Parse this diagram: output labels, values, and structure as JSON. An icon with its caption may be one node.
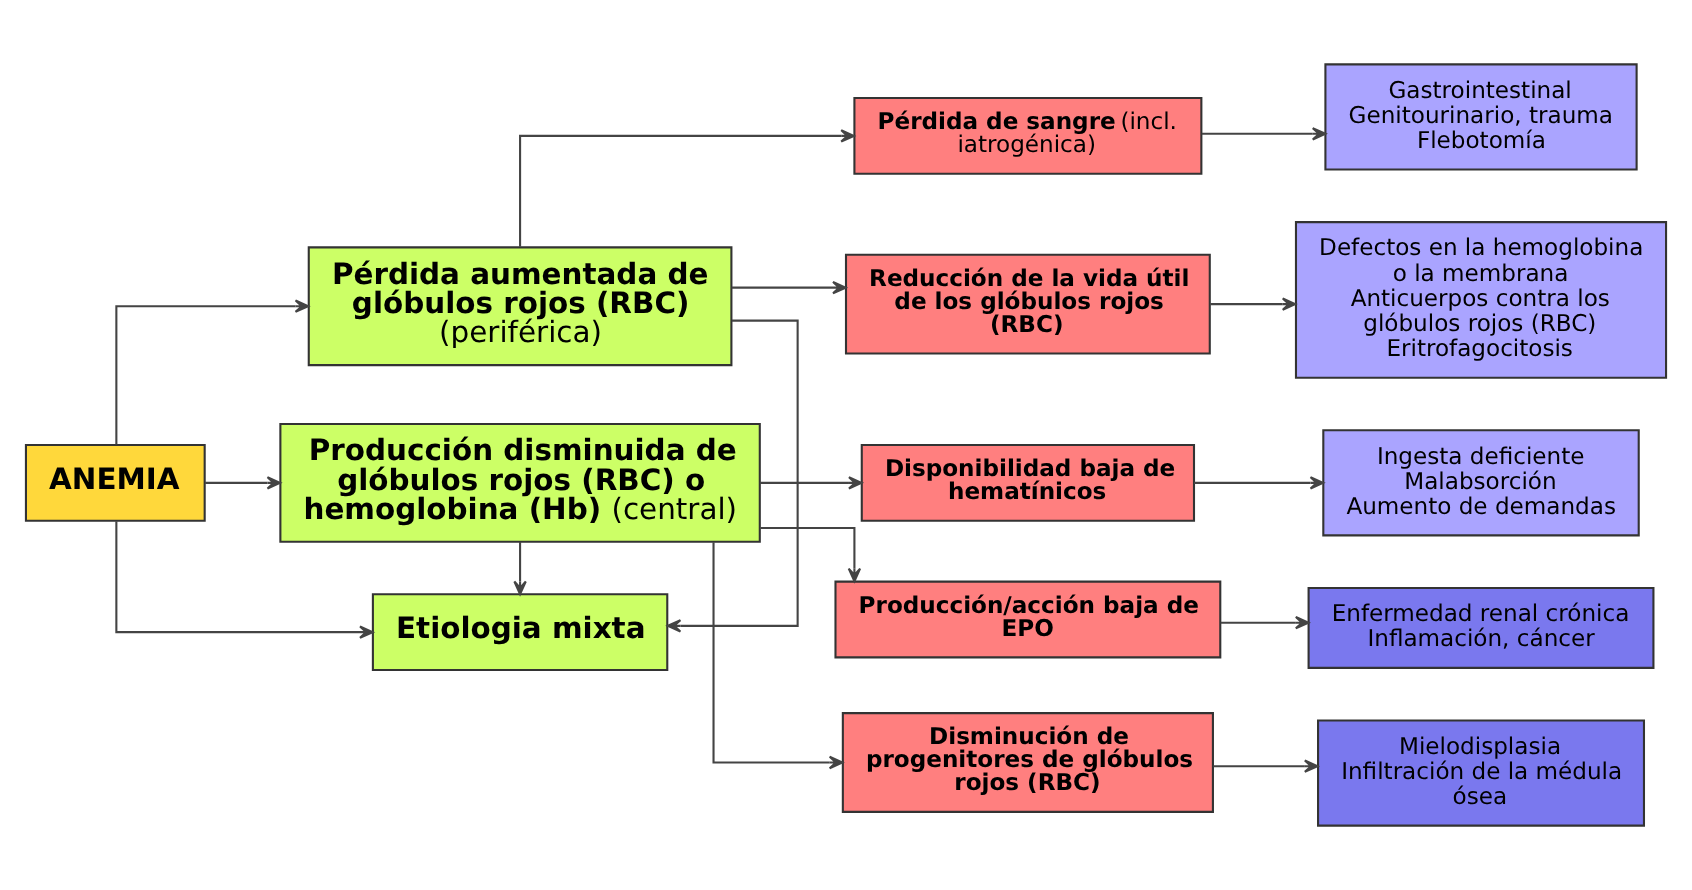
{
  "diagram": {
    "nodes": [
      {
        "text": [
          "**ANEMIA**"
        ]
      },
      {
        "text": [
          "**Pérdida aumentada de glóbulos rojos (RBC)** (periférica)"
        ]
      },
      {
        "text": [
          "**Etiologia mixta**"
        ]
      },
      {
        "text": [
          "**Producción disminuida de glóbulos rojos (RBC) o hemoglobina (Hb)** (central)"
        ]
      },
      {
        "text": [
          "**Pérdida de sangre** (incl. iatrogénica)"
        ]
      },
      {
        "text": [
          "Gastrointestinal",
          "Genitourinario, trauma",
          "Flebotomía"
        ]
      },
      {
        "text": [
          "**Reducción de la vida útil de los glóbulos rojos (RBC)**"
        ]
      },
      {
        "text": [
          "Defectos en la hemoglobina o la membrana",
          "Anticuerpos contra los glóbulos rojos (RBC)",
          "Eritrofagocitosis"
        ]
      },
      {
        "text": [
          "**Disponibilidad baja de hematínicos**"
        ]
      },
      {
        "text": [
          "Ingesta deficiente",
          "Malabsorción",
          "Aumento de demandas"
        ]
      },
      {
        "text": [
          "**Producción/acción baja de EPO**"
        ]
      },
      {
        "text": [
          "Enfermedad renal crónica",
          "Inflamación, cáncer"
        ]
      },
      {
        "text": [
          "**Disminución de progenitores de glóbulos rojos (RBC)**"
        ]
      },
      {
        "text": [
          "Mielodisplasia",
          "Infiltración de la médula ósea"
        ]
      }
    ],
    "edges": [
      {
        "from": 0,
        "to": 1,
        "arrow": "to"
      },
      {
        "from": 0,
        "to": 2,
        "arrow": "to"
      },
      {
        "from": 0,
        "to": 3,
        "arrow": "to"
      },
      {
        "from": 1,
        "to": 2,
        "arrow": "to"
      },
      {
        "from": 3,
        "to": 2,
        "arrow": "to"
      },
      {
        "from": 1,
        "to": 4,
        "arrow": "to"
      },
      {
        "from": 1,
        "to": 6,
        "arrow": "to"
      },
      {
        "from": 3,
        "to": 8,
        "arrow": "to"
      },
      {
        "from": 3,
        "to": 10,
        "arrow": "to"
      },
      {
        "from": 3,
        "to": 12,
        "arrow": "to"
      },
      {
        "from": 4,
        "to": 5,
        "arrow": "to"
      },
      {
        "from": 6,
        "to": 7,
        "arrow": "to"
      },
      {
        "from": 8,
        "to": 9,
        "arrow": "to"
      },
      {
        "from": 10,
        "to": 11,
        "arrow": "to"
      },
      {
        "from": 12,
        "to": 13,
        "arrow": "to"
      }
    ]
  }
}
